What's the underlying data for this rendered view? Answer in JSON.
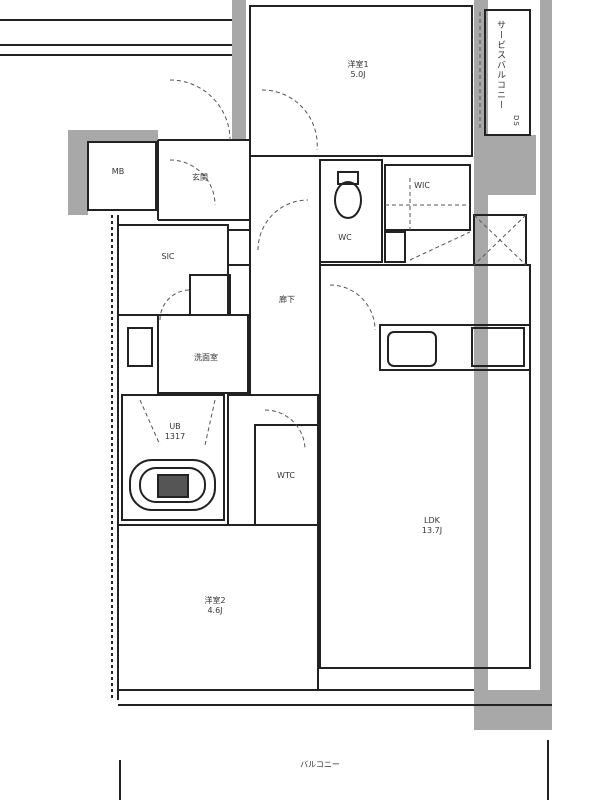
{
  "rooms": {
    "western1": {
      "name": "洋室1",
      "size": "5.0J"
    },
    "service_balcony": {
      "name": "サービスバルコニー"
    },
    "ds": {
      "name": "DS"
    },
    "mb": {
      "name": "MB"
    },
    "entrance": {
      "name": "玄関"
    },
    "wic": {
      "name": "WIC"
    },
    "wc": {
      "name": "WC"
    },
    "sic": {
      "name": "SIC"
    },
    "hallway": {
      "name": "廊下"
    },
    "washroom": {
      "name": "洗面室"
    },
    "ub": {
      "name": "UB",
      "size": "1317"
    },
    "wtc": {
      "name": "WTC"
    },
    "ldk": {
      "name": "LDK",
      "size": "13.7J"
    },
    "western2": {
      "name": "洋室2",
      "size": "4.6J"
    },
    "balcony": {
      "name": "バルコニー"
    }
  },
  "colors": {
    "wall": "#9a9a9a",
    "line": "#222222",
    "door": "#555555"
  }
}
